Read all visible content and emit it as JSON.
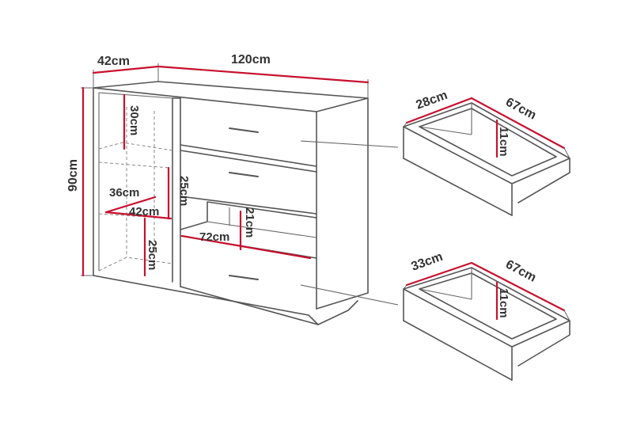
{
  "cabinet": {
    "width": "120cm",
    "depth": "42cm",
    "height": "90cm",
    "shelf_top_height": "30cm",
    "shelf_mid_height": "25cm",
    "shelf_bottom_height": "25cm",
    "shelf_depth": "36cm",
    "shelf_width": "42cm",
    "drawer_opening_height": "21cm",
    "drawer_opening_width": "72cm"
  },
  "drawer_top": {
    "depth": "28cm",
    "width": "67cm",
    "height": "11cm"
  },
  "drawer_bottom": {
    "depth": "33cm",
    "width": "67cm",
    "height": "11cm"
  }
}
